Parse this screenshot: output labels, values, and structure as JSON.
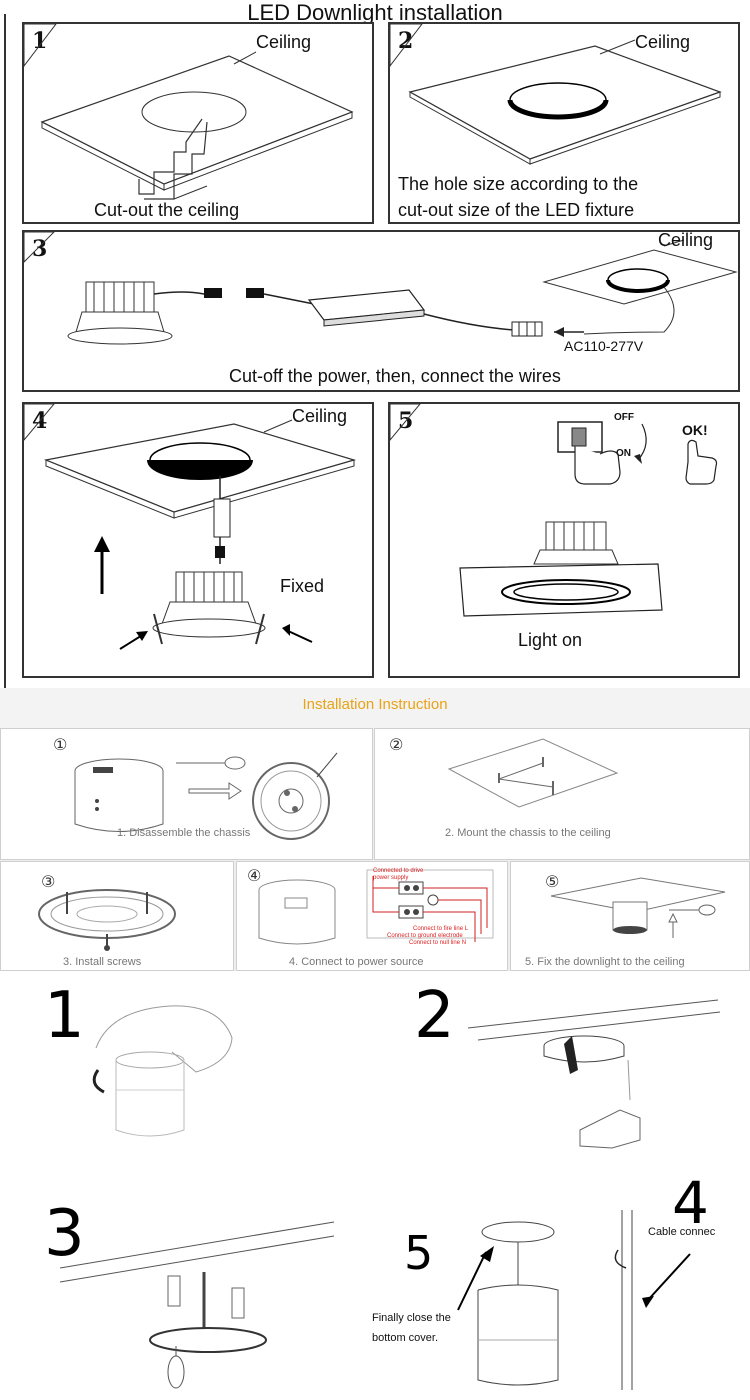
{
  "top": {
    "title": "LED Downlight installation",
    "steps": [
      {
        "num": "1",
        "ceiling": "Ceiling",
        "caption": "Cut-out the ceiling"
      },
      {
        "num": "2",
        "ceiling": "Ceiling",
        "caption_line1": "The hole size according to the",
        "caption_line2": "cut-out size of the LED fixture"
      },
      {
        "num": "3",
        "ceiling": "Ceiling",
        "voltage": "AC110-277V",
        "caption": "Cut-off the power, then, connect the wires"
      },
      {
        "num": "4",
        "ceiling": "Ceiling",
        "caption": "Fixed"
      },
      {
        "num": "5",
        "off": "OFF",
        "on": "ON",
        "ok": "OK!",
        "caption": "Light on"
      }
    ]
  },
  "middle": {
    "title": "Installation Instruction",
    "steps": [
      {
        "num": "①",
        "caption": "1. Disassemble the chassis"
      },
      {
        "num": "②",
        "caption": "2. Mount the chassis to the ceiling"
      },
      {
        "num": "③",
        "caption": "3. Install screws"
      },
      {
        "num": "④",
        "caption": "4. Connect to power source",
        "wiring": [
          "Connected to drive",
          "power supply",
          "Connect to fire line L",
          "Connect to ground electrode",
          "Connect to null line N"
        ]
      },
      {
        "num": "⑤",
        "caption": "5. Fix the downlight to the ceiling"
      }
    ]
  },
  "bottom": {
    "steps": [
      {
        "num": "1"
      },
      {
        "num": "2"
      },
      {
        "num": "3"
      },
      {
        "num": "5",
        "note_line1": "Finally close the",
        "note_line2": "bottom cover."
      },
      {
        "num": "4",
        "note": "Cable connec"
      }
    ]
  },
  "colors": {
    "accent": "#e8a317",
    "wiring": "#d22222",
    "line": "#222222"
  }
}
